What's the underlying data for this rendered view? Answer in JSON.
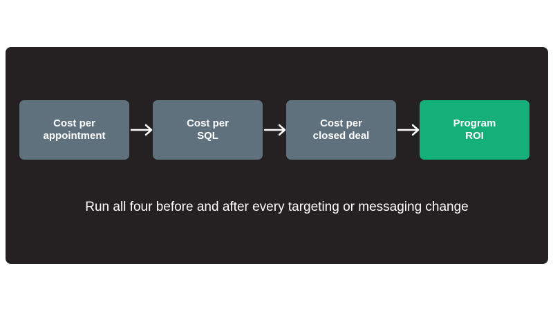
{
  "diagram": {
    "nodes": [
      {
        "label": "Cost per\nappointment",
        "color": "#5f717c"
      },
      {
        "label": "Cost per\nSQL",
        "color": "#5f717c"
      },
      {
        "label": "Cost per\nclosed deal",
        "color": "#5f717c"
      },
      {
        "label": "Program\nROI",
        "color": "#15b07a"
      }
    ],
    "caption": "Run all four before and after every targeting or messaging change",
    "colors": {
      "background": "#252122",
      "arrow": "#ffffff",
      "text": "#ffffff"
    }
  }
}
